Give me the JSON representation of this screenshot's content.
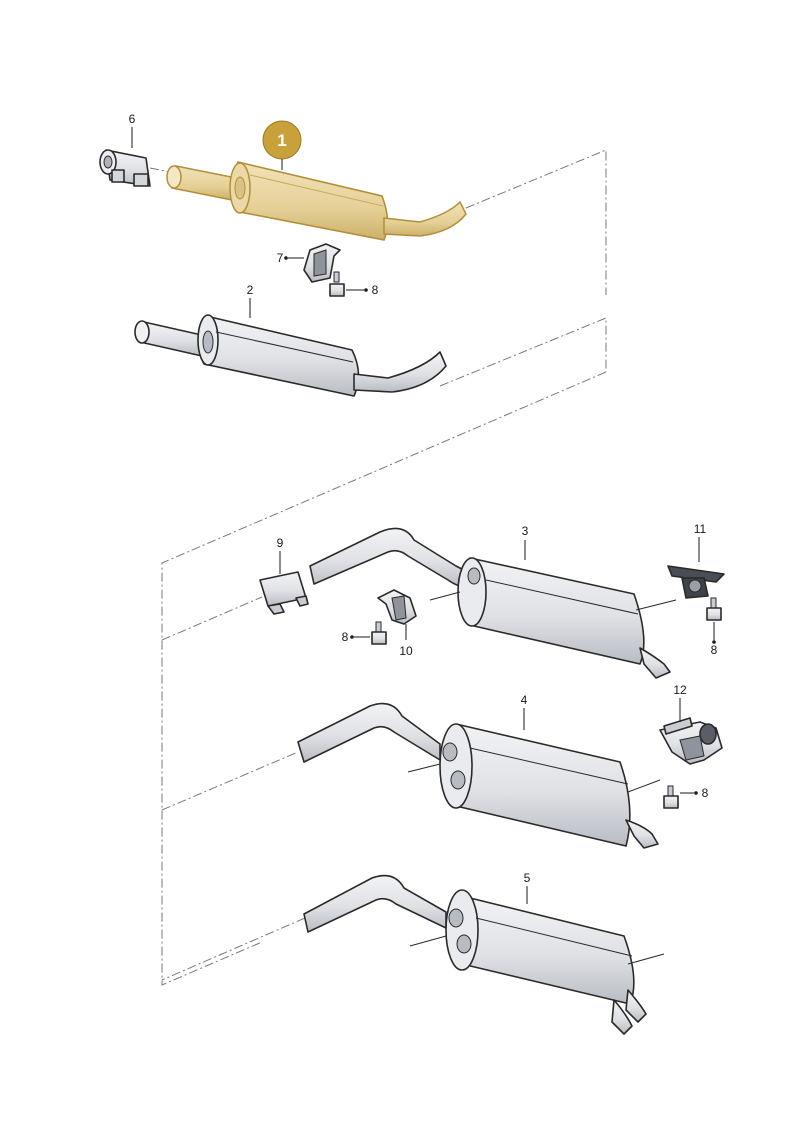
{
  "callout": {
    "number": "1",
    "color": "#c9a13a"
  },
  "labels": {
    "p1": "1",
    "p2": "2",
    "p3": "3",
    "p4": "4",
    "p5": "5",
    "p6": "6",
    "p7": "7",
    "p8a": "8",
    "p8b": "8",
    "p8c": "8",
    "p8d": "8",
    "p9": "9",
    "p10": "10",
    "p11": "11",
    "p12": "12"
  },
  "colors": {
    "highlight_fill": "#e7d49d",
    "highlight_stroke": "#b38f3a",
    "metal_fill": "#e4e6ea",
    "metal_shade": "#c9ccd2",
    "outline": "#2a2a2a"
  }
}
